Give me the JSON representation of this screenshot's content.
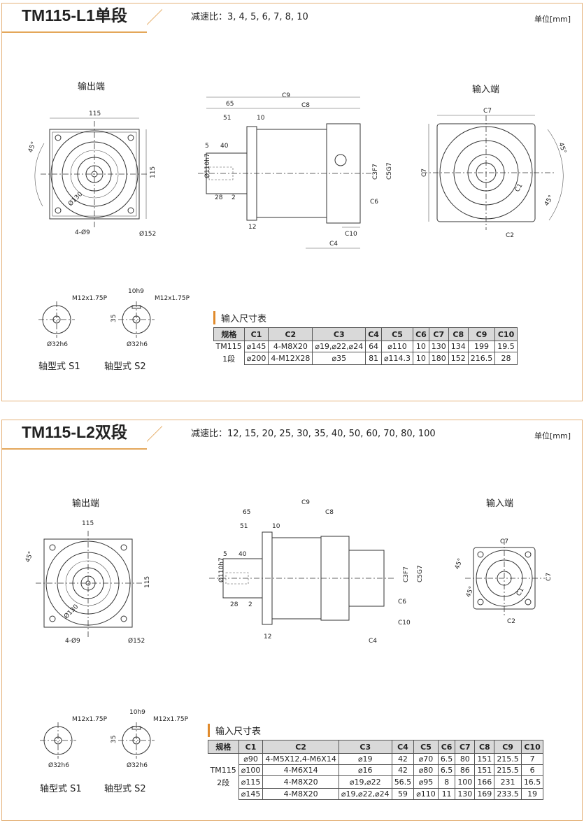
{
  "section1": {
    "title": "TM115-L1单段",
    "ratio_label": "减速比：3, 4, 5, 6, 7, 8, 10",
    "unit_label": "单位[mm]",
    "output_end_label": "输出端",
    "input_end_label": "输入端",
    "shaft_s1_label": "轴型式 S1",
    "shaft_s2_label": "轴型式 S2",
    "dims": {
      "d115": "115",
      "d115v": "115",
      "ang45": "45°",
      "d130": "Ø130",
      "holes": "4-Ø9",
      "d152": "Ø152",
      "c9": "C9",
      "d65": "65",
      "c8": "C8",
      "d51": "51",
      "d10": "10",
      "d5": "5",
      "d40": "40",
      "d110": "Ø110h7",
      "d28": "28",
      "d2": "2",
      "d12": "12",
      "c3": "C3F7",
      "c5": "C5G7",
      "c6": "C6",
      "c10": "C10",
      "c4": "C4",
      "c7": "C7",
      "c1": "C1",
      "c2": "C2",
      "m12": "M12x1.75P",
      "h10": "10h9",
      "d35": "35",
      "d32": "Ø32h6"
    },
    "table_title": "输入尺寸表",
    "table": {
      "headers": [
        "规格",
        "C1",
        "C2",
        "C3",
        "C4",
        "C5",
        "C6",
        "C7",
        "C8",
        "C9",
        "C10"
      ],
      "spec": [
        "TM115",
        "1段"
      ],
      "rows": [
        [
          "⌀145",
          "4-M8X20",
          "⌀19,⌀22,⌀24",
          "64",
          "⌀110",
          "10",
          "130",
          "134",
          "199",
          "19.5"
        ],
        [
          "⌀200",
          "4-M12X28",
          "⌀35",
          "81",
          "⌀114.3",
          "10",
          "180",
          "152",
          "216.5",
          "28"
        ]
      ]
    }
  },
  "section2": {
    "title": "TM115-L2双段",
    "ratio_label": "减速比：12, 15, 20, 25, 30, 35, 40, 50, 60, 70, 80, 100",
    "unit_label": "单位[mm]",
    "output_end_label": "输出端",
    "input_end_label": "输入端",
    "shaft_s1_label": "轴型式 S1",
    "shaft_s2_label": "轴型式 S2",
    "table_title": "输入尺寸表",
    "table": {
      "headers": [
        "规格",
        "C1",
        "C2",
        "C3",
        "C4",
        "C5",
        "C6",
        "C7",
        "C8",
        "C9",
        "C10"
      ],
      "spec": [
        "TM115",
        "2段"
      ],
      "rows": [
        [
          "⌀90",
          "4-M5X12,4-M6X14",
          "⌀19",
          "42",
          "⌀70",
          "6.5",
          "80",
          "151",
          "215.5",
          "7"
        ],
        [
          "⌀100",
          "4-M6X14",
          "⌀16",
          "42",
          "⌀80",
          "6.5",
          "86",
          "151",
          "215.5",
          "6"
        ],
        [
          "⌀115",
          "4-M8X20",
          "⌀19,⌀22",
          "56.5",
          "⌀95",
          "8",
          "100",
          "166",
          "231",
          "16.5"
        ],
        [
          "⌀145",
          "4-M8X20",
          "⌀19,⌀22,⌀24",
          "59",
          "⌀110",
          "11",
          "130",
          "169",
          "233.5",
          "19"
        ]
      ]
    }
  }
}
